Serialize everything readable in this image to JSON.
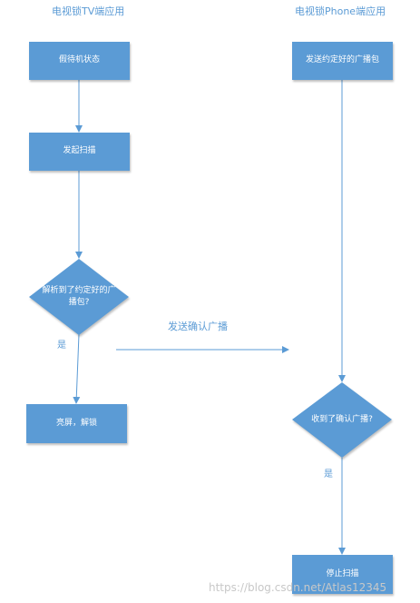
{
  "columns": {
    "tv_title": "电视锁TV端应用",
    "phone_title": "电视锁Phone端应用"
  },
  "nodes": {
    "standby": "假待机状态",
    "start_scan": "发起扫描",
    "parse_question": "解析到了约定好的广播包?",
    "unlock": "亮屏，解锁",
    "send_broadcast": "发送约定好的广播包",
    "confirm_question": "收到了确认广播?",
    "stop_scan": "停止扫描"
  },
  "edges": {
    "send_confirm": "发送确认广播",
    "yes_tv": "是",
    "yes_phone": "是"
  },
  "watermark": "https://blog.csdn.net/Atlas12345",
  "colors": {
    "node_fill": "#5b9bd5",
    "text": "#5b9bd5",
    "white": "#ffffff"
  }
}
